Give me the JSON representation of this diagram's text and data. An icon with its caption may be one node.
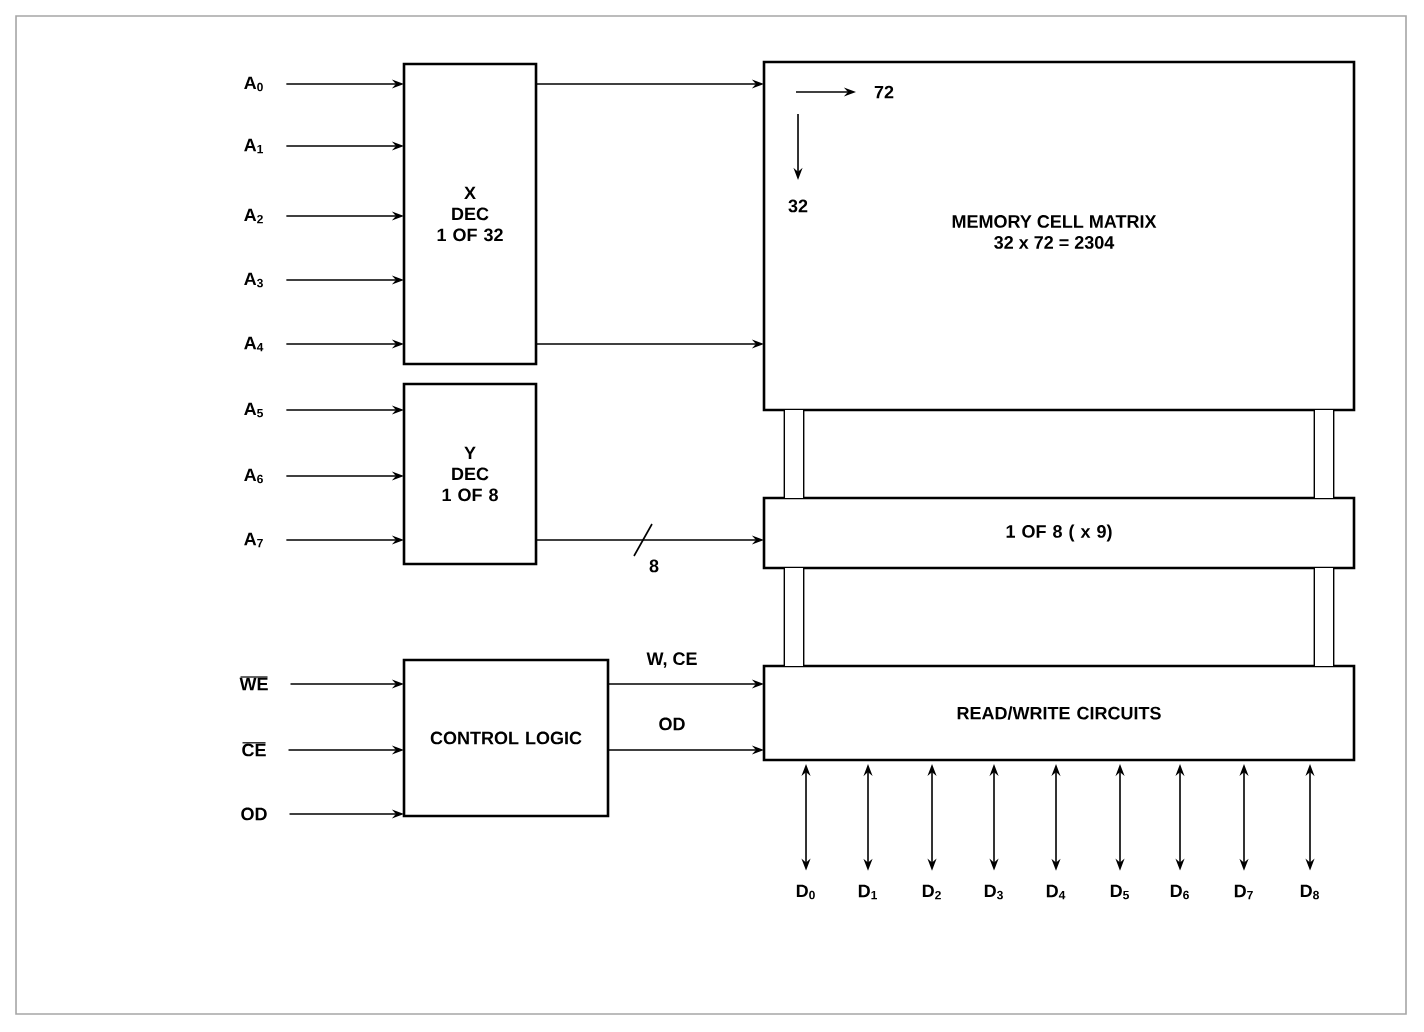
{
  "diagram": {
    "nodes": [
      {
        "text": [
          "A$_{0}$"
        ]
      },
      {
        "text": [
          "A$_{1}$"
        ]
      },
      {
        "text": [
          "A$_{2}$"
        ]
      },
      {
        "text": [
          "A$_{3}$"
        ]
      },
      {
        "text": [
          "A$_{4}$"
        ]
      },
      {
        "text": [
          "A$_{5}$"
        ]
      },
      {
        "text": [
          "A$_{6}$"
        ]
      },
      {
        "text": [
          "A$_{7}$"
        ]
      },
      {
        "text": [
          "WE"
        ]
      },
      {
        "text": [
          "CE"
        ]
      },
      {
        "text": [
          "OD"
        ]
      },
      {
        "text": [
          "X",
          "DEC",
          "1 OF 32"
        ]
      },
      {
        "text": [
          "Y",
          "DEC",
          "1 OF 8"
        ]
      },
      {
        "text": [
          "CONTROL LOGIC"
        ]
      },
      {
        "text": [
          "MEMORY CELL MATRIX",
          "32 x 72 = 2304"
        ]
      },
      {
        "text": [
          "1 OF 8 ( x 9)"
        ]
      },
      {
        "text": [
          "READ/WRITE CIRCUITS"
        ]
      },
      {
        "text": [
          "D$_{0}$"
        ]
      },
      {
        "text": [
          "D$_{1}$"
        ]
      },
      {
        "text": [
          "D$_{2}$"
        ]
      },
      {
        "text": [
          "D$_{3}$"
        ]
      },
      {
        "text": [
          "D$_{4}$"
        ]
      },
      {
        "text": [
          "D$_{5}$"
        ]
      },
      {
        "text": [
          "D$_{6}$"
        ]
      },
      {
        "text": [
          "D$_{7}$"
        ]
      },
      {
        "text": [
          "D$_{8}$"
        ]
      }
    ],
    "edges": [
      {
        "from": 0,
        "to": 11,
        "arrow": "to"
      },
      {
        "from": 1,
        "to": 11,
        "arrow": "to"
      },
      {
        "from": 2,
        "to": 11,
        "arrow": "to"
      },
      {
        "from": 3,
        "to": 11,
        "arrow": "to"
      },
      {
        "from": 4,
        "to": 11,
        "arrow": "to"
      },
      {
        "from": 5,
        "to": 12,
        "arrow": "to"
      },
      {
        "from": 6,
        "to": 12,
        "arrow": "to"
      },
      {
        "from": 7,
        "to": 12,
        "arrow": "to"
      },
      {
        "from": 8,
        "to": 13,
        "arrow": "to"
      },
      {
        "from": 9,
        "to": 13,
        "arrow": "to"
      },
      {
        "from": 10,
        "to": 13,
        "arrow": "to"
      },
      {
        "from": 11,
        "to": 14,
        "arrow": "to"
      },
      {
        "from": 11,
        "to": 14,
        "arrow": "to"
      },
      {
        "from": 12,
        "to": 15,
        "arrow": "to",
        "label": "8"
      },
      {
        "from": 13,
        "to": 16,
        "arrow": "to",
        "label": "W, CE"
      },
      {
        "from": 13,
        "to": 16,
        "arrow": "to",
        "label": "OD"
      },
      {
        "from": 14,
        "to": 15,
        "arrow": "none",
        "style": "thick"
      },
      {
        "from": 14,
        "to": 15,
        "arrow": "none",
        "style": "thick"
      },
      {
        "from": 15,
        "to": 16,
        "arrow": "none",
        "style": "thick"
      },
      {
        "from": 15,
        "to": 16,
        "arrow": "none",
        "style": "thick"
      },
      {
        "from": 16,
        "to": 17,
        "arrow": "both"
      },
      {
        "from": 16,
        "to": 18,
        "arrow": "both"
      },
      {
        "from": 16,
        "to": 19,
        "arrow": "both"
      },
      {
        "from": 16,
        "to": 20,
        "arrow": "both"
      },
      {
        "from": 16,
        "to": 21,
        "arrow": "both"
      },
      {
        "from": 16,
        "to": 22,
        "arrow": "both"
      },
      {
        "from": 16,
        "to": 23,
        "arrow": "both"
      },
      {
        "from": 16,
        "to": 24,
        "arrow": "both"
      },
      {
        "from": 16,
        "to": 25,
        "arrow": "both"
      }
    ],
    "labels": [
      "72",
      "32"
    ]
  }
}
